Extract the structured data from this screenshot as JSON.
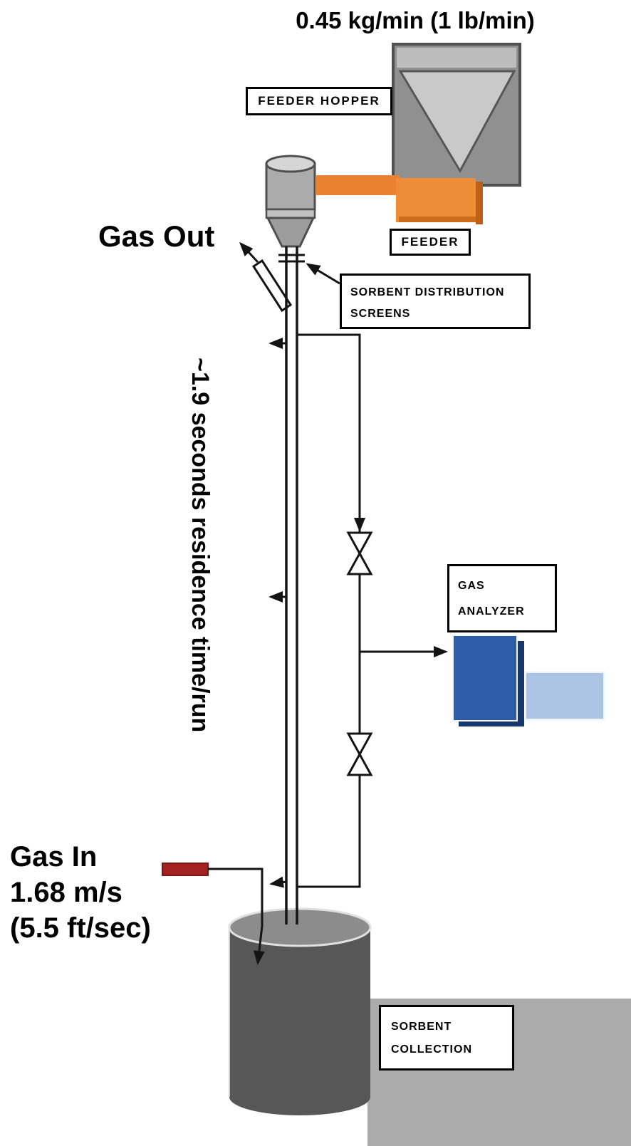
{
  "diagram": {
    "labels": {
      "feed_rate": "0.45 kg/min (1 lb/min)",
      "feeder_hopper": "FEEDER HOPPER",
      "feeder": "FEEDER",
      "gas_out": "Gas Out",
      "sorbent_screens": {
        "line1": "SORBENT DISTRIBUTION",
        "line2": "SCREENS"
      },
      "residence_time": "~1.9 seconds residence time/run",
      "gas_analyzer": {
        "line1": "GAS",
        "line2": "ANALYZER"
      },
      "gas_in": {
        "line1": "Gas In",
        "line2": "1.68 m/s",
        "line3": "(5.5 ft/sec)"
      },
      "sorbent_collection": {
        "line1": "SORBENT",
        "line2": "COLLECTION"
      }
    },
    "colors": {
      "line": "#141414",
      "orange": "#ef8c38",
      "orange_dark": "#bf5f15",
      "analyzer_blue": "#2e5ca6",
      "analyzer_blue_dark": "#16386e",
      "analyzer_light_blue": "#abc4e4",
      "gas_in_red": "#a32220",
      "drum_body": "#575757",
      "drum_top": "#8c8c8c",
      "hopper_gray": "#909090",
      "hopper_light": "#c9c9c9",
      "platform_gray": "#ababab"
    }
  }
}
